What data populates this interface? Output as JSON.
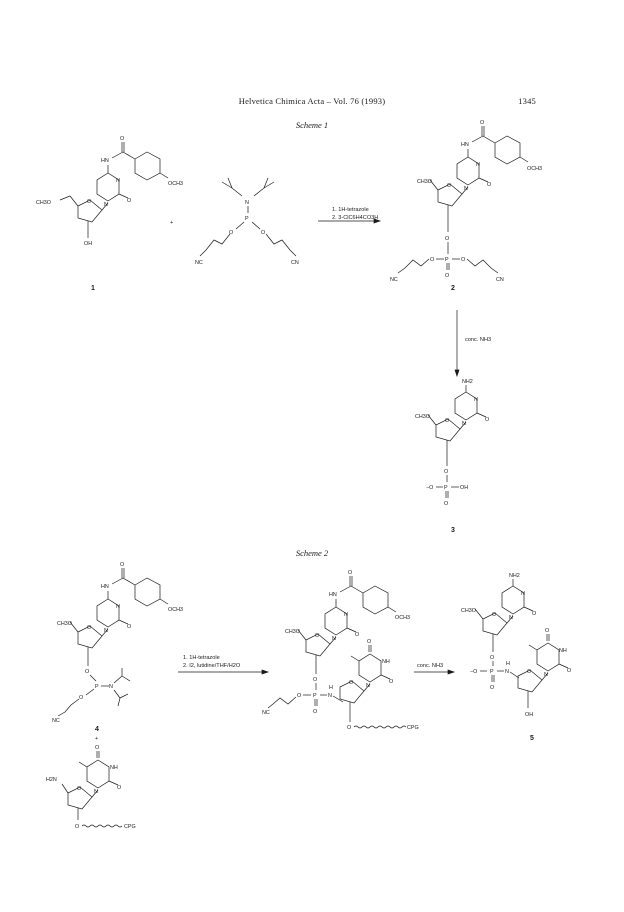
{
  "header": {
    "journal": "Helvetica Chimica Acta – Vol. 76 (1993)",
    "page": "1345"
  },
  "scheme1": {
    "title": "Scheme 1",
    "reagents_1": [
      "1. 1H-tetrazole",
      "2. 3-ClC6H4CO3H"
    ],
    "reagents_2": "conc. NH3",
    "compounds": [
      "1",
      "2",
      "3"
    ]
  },
  "scheme2": {
    "title": "Scheme 2",
    "reagents_1": [
      "1. 1H-tetrazole",
      "2. I2, lutidine/THF/H2O"
    ],
    "reagents_2": "conc. NH3",
    "compounds": [
      "4",
      "5"
    ],
    "support": "CPG"
  },
  "atoms": {
    "och3": "OCH3",
    "ch3o": "CH3O",
    "hn": "HN",
    "nh": "NH",
    "nh2": "NH2",
    "h2n": "H2N",
    "n": "N",
    "o": "O",
    "oh": "OH",
    "p": "P",
    "h": "H",
    "cn": "CN",
    "nc": "NC",
    "plus": "+",
    "minus_o": "−O",
    "ominus": "−O"
  }
}
